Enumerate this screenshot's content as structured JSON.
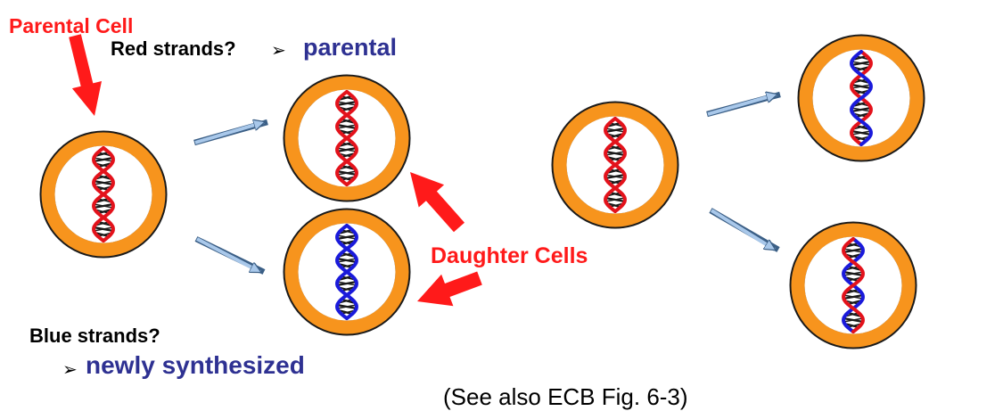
{
  "labels": {
    "parental_cell": "Parental Cell",
    "red_strands_question": "Red strands?",
    "red_strands_marker": "➢",
    "red_strands_answer": "parental",
    "daughter_cells": "Daughter Cells",
    "blue_strands_question": "Blue strands?",
    "blue_strands_marker": "➢",
    "blue_strands_answer": "newly synthesized",
    "see_also": "(See also ECB Fig. 6-3)"
  },
  "colors": {
    "label_red": "#ff1a1a",
    "answer_blue": "#2e3192",
    "cell_ring": "#f7941d",
    "cell_ring_outline": "#1a1a1a",
    "strand_parental": "#e3121b",
    "strand_new": "#1a1adb",
    "rungs": "#1a1a1a",
    "arrow_fill": "#a9c8ea",
    "arrow_outline": "#3b5f86",
    "big_arrow": "#ff1a1a"
  },
  "cells": [
    {
      "name": "parental-cell-left",
      "strands": [
        "parental",
        "parental"
      ]
    },
    {
      "name": "daughter-cell-top-left",
      "strands": [
        "parental",
        "parental"
      ]
    },
    {
      "name": "daughter-cell-bottom-left",
      "strands": [
        "new",
        "new"
      ]
    },
    {
      "name": "parental-cell-right",
      "strands": [
        "parental",
        "parental"
      ]
    },
    {
      "name": "daughter-cell-top-right",
      "strands": [
        "parental",
        "new"
      ]
    },
    {
      "name": "daughter-cell-bottom-right",
      "strands": [
        "new",
        "parental"
      ]
    }
  ]
}
